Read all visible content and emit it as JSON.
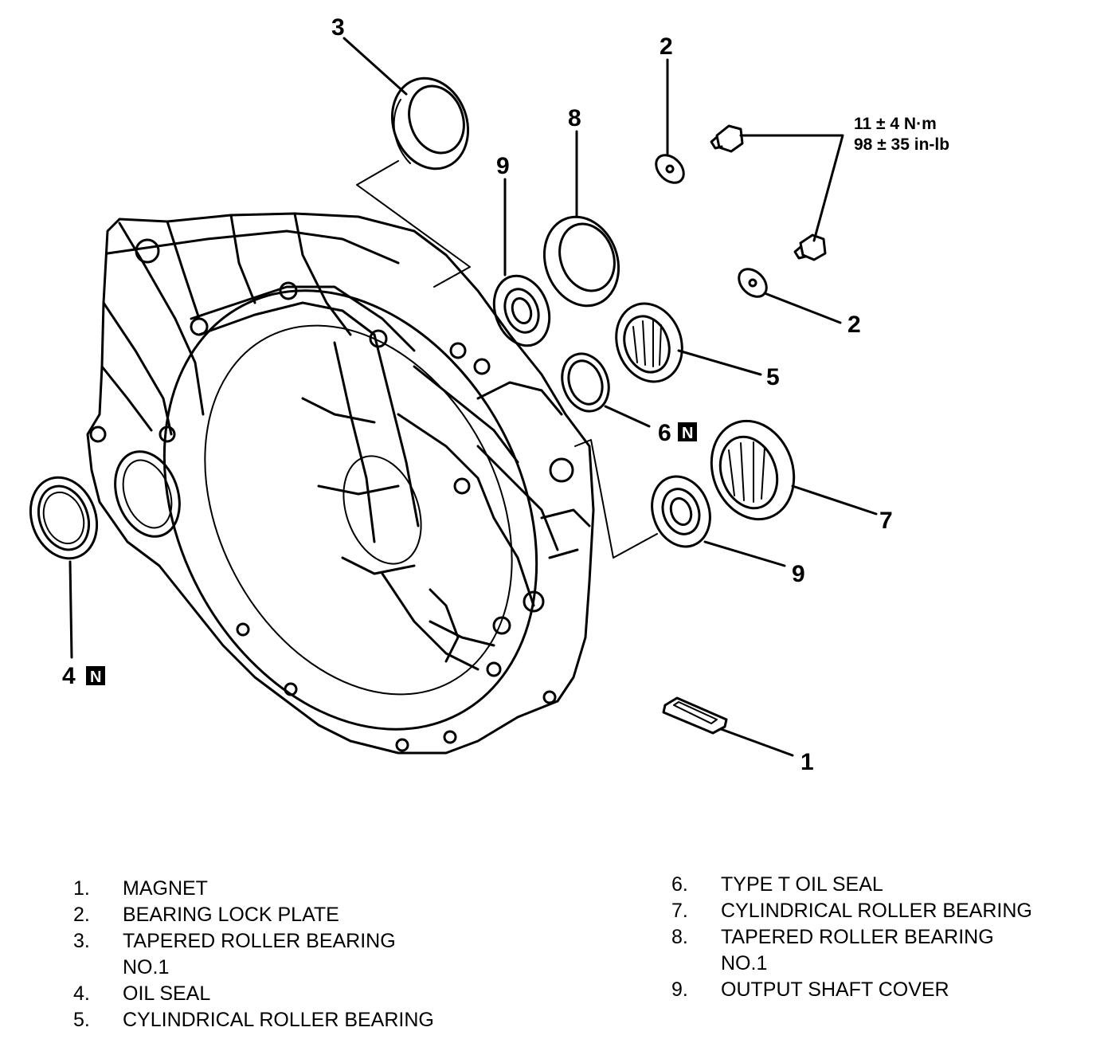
{
  "callouts": {
    "c3": "3",
    "c2_top": "2",
    "c8": "8",
    "c9_top": "9",
    "c2_right": "2",
    "c5": "5",
    "c6": "6",
    "c7": "7",
    "c9_bottom": "9",
    "c4": "4",
    "c1": "1"
  },
  "new_part_marker": "N",
  "torque": {
    "metric": "11 ± 4 N·m",
    "imperial": "98 ± 35 in-lb"
  },
  "legend": {
    "left": [
      {
        "num": "1.",
        "text": "MAGNET"
      },
      {
        "num": "2.",
        "text": "BEARING LOCK PLATE"
      },
      {
        "num": "3.",
        "text": "TAPERED ROLLER BEARING"
      },
      {
        "num": "",
        "text": "NO.1"
      },
      {
        "num": "4.",
        "text": "OIL SEAL"
      },
      {
        "num": "5.",
        "text": "CYLINDRICAL ROLLER BEARING"
      }
    ],
    "right": [
      {
        "num": "6.",
        "text": "TYPE T OIL SEAL"
      },
      {
        "num": "7.",
        "text": "CYLINDRICAL ROLLER BEARING"
      },
      {
        "num": "8.",
        "text": "TAPERED ROLLER BEARING"
      },
      {
        "num": "",
        "text": "NO.1"
      },
      {
        "num": "9.",
        "text": "OUTPUT SHAFT COVER"
      }
    ]
  }
}
